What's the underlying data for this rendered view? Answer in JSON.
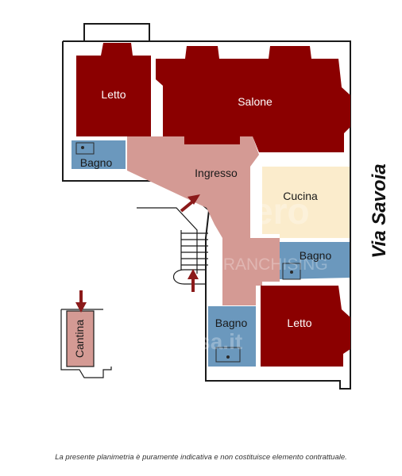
{
  "colors": {
    "bedroom": "#8b0000",
    "living": "#8b0000",
    "hall": "#d49a94",
    "kitchen": "#fbeccc",
    "bath": "#6b98bd",
    "cellar": "#d49a94",
    "wall": "#1a1a1a",
    "arrow": "#8b1a1a"
  },
  "rooms": {
    "letto_top": "Letto",
    "salone": "Salone",
    "bagno_top": "Bagno",
    "ingresso": "Ingresso",
    "cucina": "Cucina",
    "bagno_right": "Bagno",
    "bagno_bottom": "Bagno",
    "letto_bottom": "Letto",
    "cantina": "Cantina"
  },
  "street_label": "Via Savoia",
  "watermark": {
    "brand_top": "ero",
    "brand_middle": "FRANCHISING",
    "brand_bottom": "casa.it"
  },
  "icons": [
    "entrance-arrow-icon",
    "cellar-entrance-arrow-icon",
    "stairs-up-arrow-icon",
    "casa-logo-icon"
  ],
  "footer_note": "La presente planimetria è puramente indicativa e non costituisce elemento contrattuale."
}
